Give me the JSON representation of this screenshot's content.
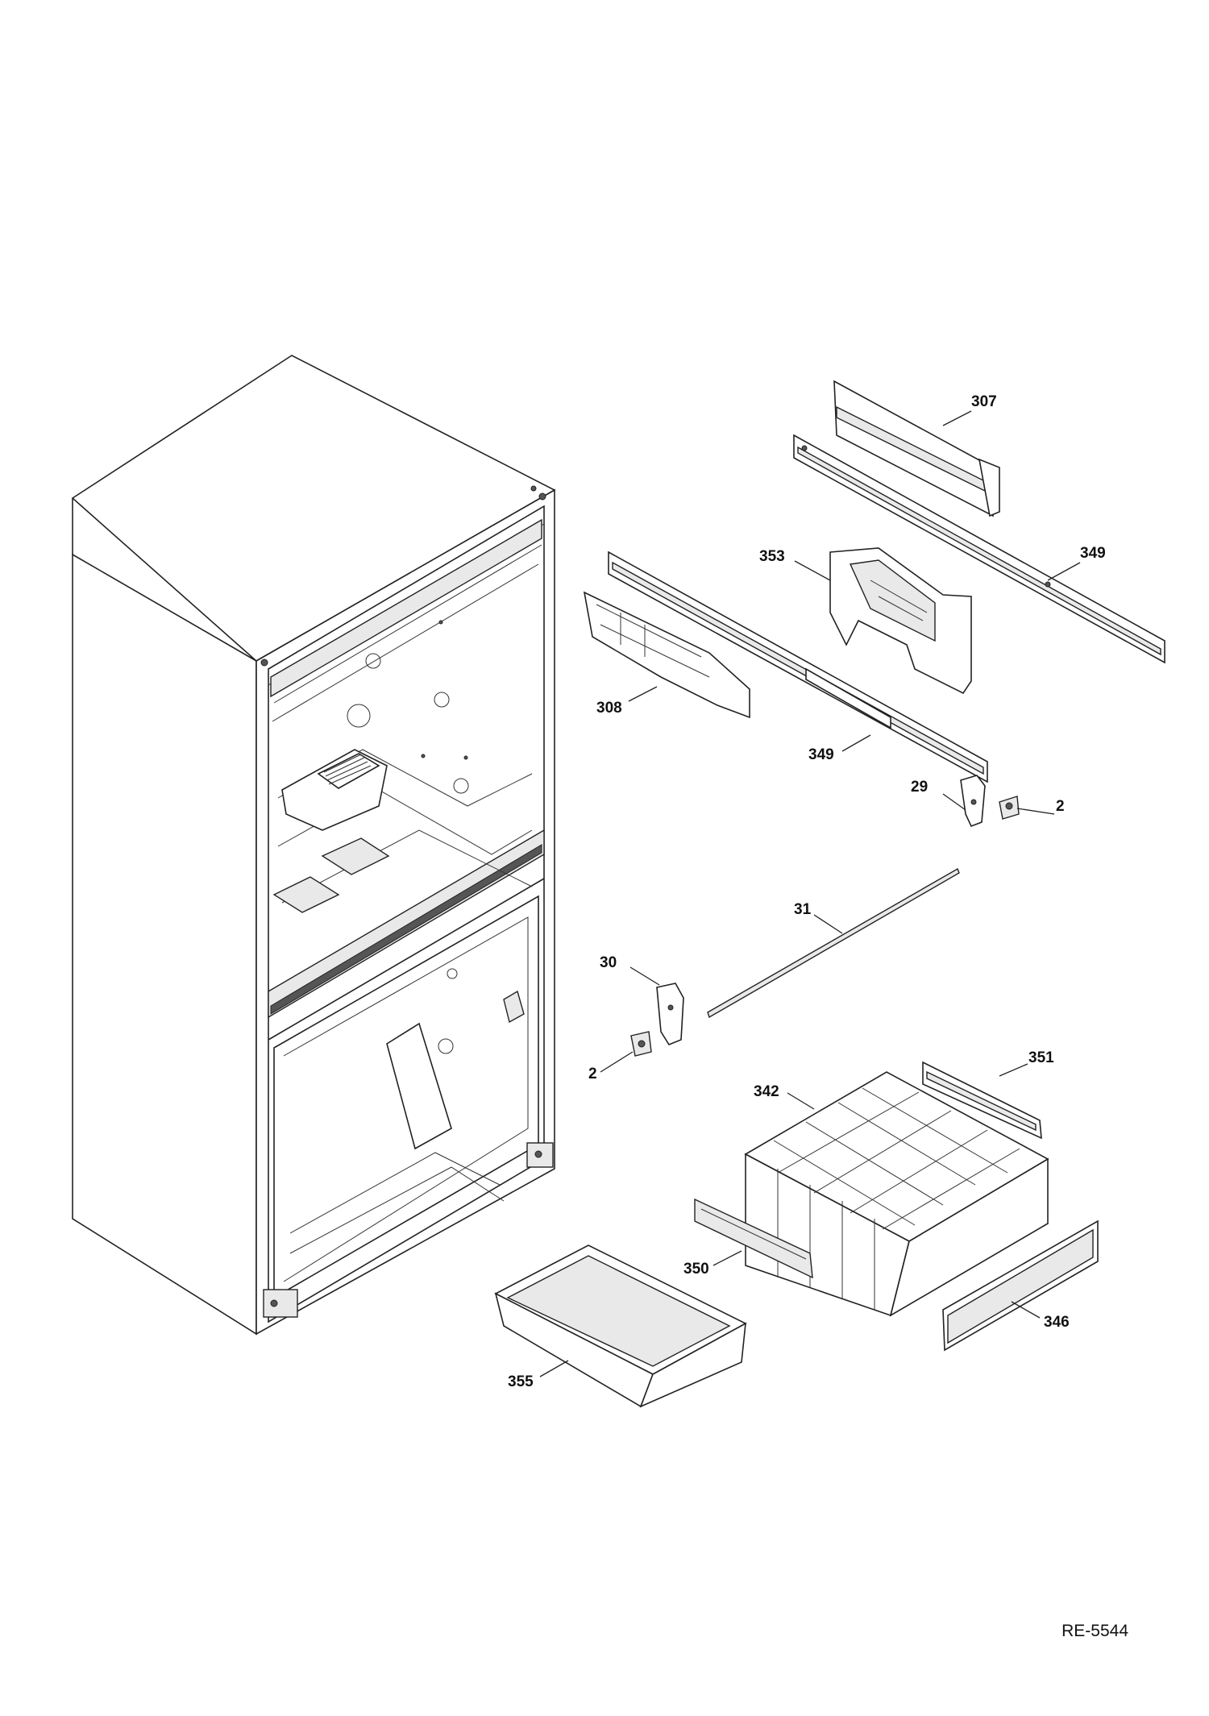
{
  "diagram": {
    "doc_code": "RE-5544",
    "callouts": [
      {
        "id": "c307",
        "text": "307"
      },
      {
        "id": "c349a",
        "text": "349"
      },
      {
        "id": "c353",
        "text": "353"
      },
      {
        "id": "c308",
        "text": "308"
      },
      {
        "id": "c349b",
        "text": "349"
      },
      {
        "id": "c29",
        "text": "29"
      },
      {
        "id": "c2a",
        "text": "2"
      },
      {
        "id": "c31",
        "text": "31"
      },
      {
        "id": "c30",
        "text": "30"
      },
      {
        "id": "c2b",
        "text": "2"
      },
      {
        "id": "c351",
        "text": "351"
      },
      {
        "id": "c342",
        "text": "342"
      },
      {
        "id": "c350",
        "text": "350"
      },
      {
        "id": "c346",
        "text": "346"
      },
      {
        "id": "c355",
        "text": "355"
      }
    ]
  }
}
